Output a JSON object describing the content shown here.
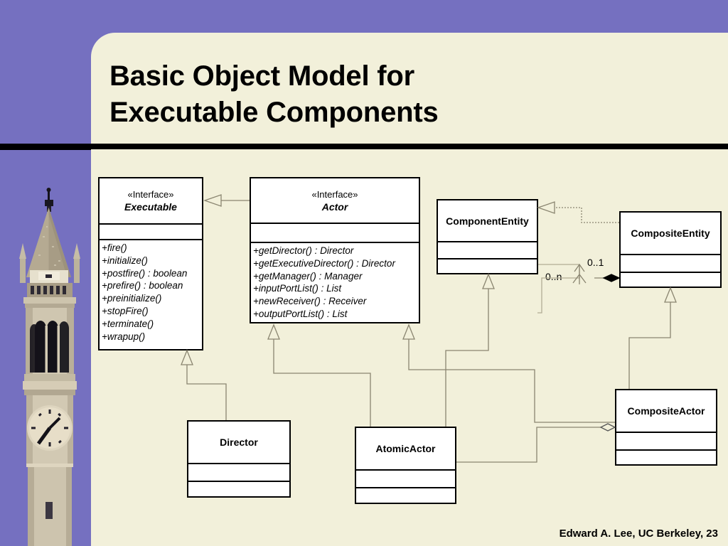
{
  "slide": {
    "title_line1": "Basic Object Model for",
    "title_line2": "Executable Components",
    "footer": "Edward A. Lee, UC Berkeley, 23",
    "sidebar_color": "#7570C0",
    "panel_color": "#F2F0DA",
    "rule_color": "#000000",
    "image_alt": "campanile-tower"
  },
  "diagram": {
    "type": "uml-class-diagram",
    "classes": [
      {
        "id": "executable",
        "stereotype": "«Interface»",
        "name": "Executable",
        "abstract": true,
        "attributes": [],
        "operations": [
          "+fire()",
          "+initialize()",
          "+postfire() : boolean",
          "+prefire() : boolean",
          "+preinitialize()",
          "+stopFire()",
          "+terminate()",
          "+wrapup()"
        ]
      },
      {
        "id": "actor",
        "stereotype": "«Interface»",
        "name": "Actor",
        "abstract": true,
        "attributes": [],
        "operations": [
          "+getDirector() : Director",
          "+getExecutiveDirector() : Director",
          "+getManager() : Manager",
          "+inputPortList() : List",
          "+newReceiver() : Receiver",
          "+outputPortList() : List"
        ]
      },
      {
        "id": "componententity",
        "stereotype": "",
        "name": "ComponentEntity",
        "abstract": false,
        "attributes": [],
        "operations": []
      },
      {
        "id": "compositeentity",
        "stereotype": "",
        "name": "CompositeEntity",
        "abstract": false,
        "attributes": [],
        "operations": []
      },
      {
        "id": "director",
        "stereotype": "",
        "name": "Director",
        "abstract": false,
        "attributes": [],
        "operations": []
      },
      {
        "id": "atomicactor",
        "stereotype": "",
        "name": "AtomicActor",
        "abstract": false,
        "attributes": [],
        "operations": []
      },
      {
        "id": "compositeactor",
        "stereotype": "",
        "name": "CompositeActor",
        "abstract": false,
        "attributes": [],
        "operations": []
      }
    ],
    "multiplicities": {
      "containment_many": "0..n",
      "containment_one": "0..1"
    },
    "relations": [
      {
        "from": "actor",
        "to": "executable",
        "kind": "generalization"
      },
      {
        "from": "compositeentity",
        "to": "componententity",
        "kind": "realization"
      },
      {
        "from": "director",
        "to": "executable",
        "kind": "generalization"
      },
      {
        "from": "atomicactor",
        "to": "actor",
        "kind": "generalization"
      },
      {
        "from": "atomicactor",
        "to": "componententity",
        "kind": "generalization"
      },
      {
        "from": "compositeactor",
        "to": "actor",
        "kind": "generalization"
      },
      {
        "from": "compositeactor",
        "to": "compositeentity",
        "kind": "generalization"
      },
      {
        "from": "compositeentity",
        "to": "componententity",
        "kind": "composition"
      },
      {
        "from": "compositeactor",
        "to": "atomicactor",
        "kind": "aggregation"
      }
    ]
  }
}
